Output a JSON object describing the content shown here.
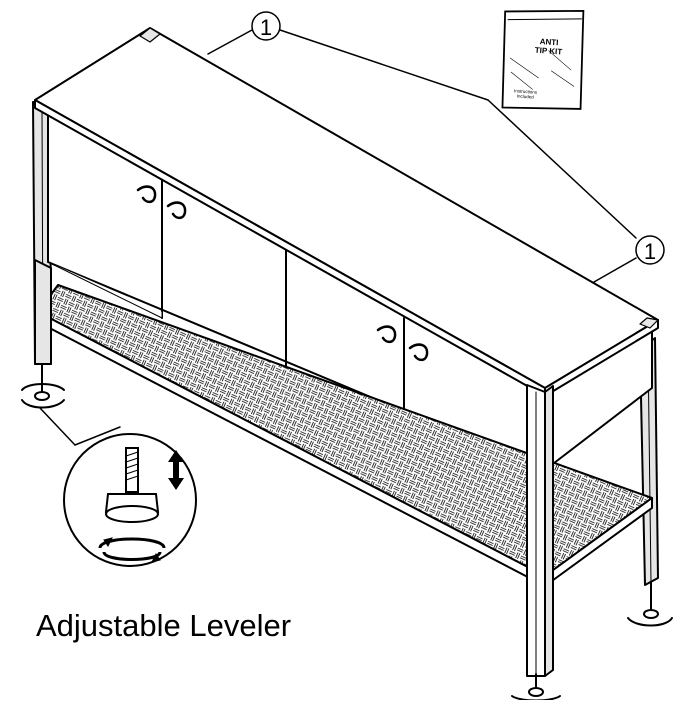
{
  "callout_number": "1",
  "caption": "Adjustable Leveler",
  "kit_label": {
    "line1": "ANTI",
    "line2": "TIP KIT"
  },
  "kit_note": {
    "line1": "Instructions",
    "line2": "Included"
  },
  "colors": {
    "ink": "#000000",
    "paper": "#ffffff",
    "leg_shade": "#e6e6e6"
  },
  "icons": [
    "anti-tip-kit-bag-icon",
    "leveler-foot-icon",
    "up-down-arrow-icon",
    "rotate-arrow-icon"
  ]
}
